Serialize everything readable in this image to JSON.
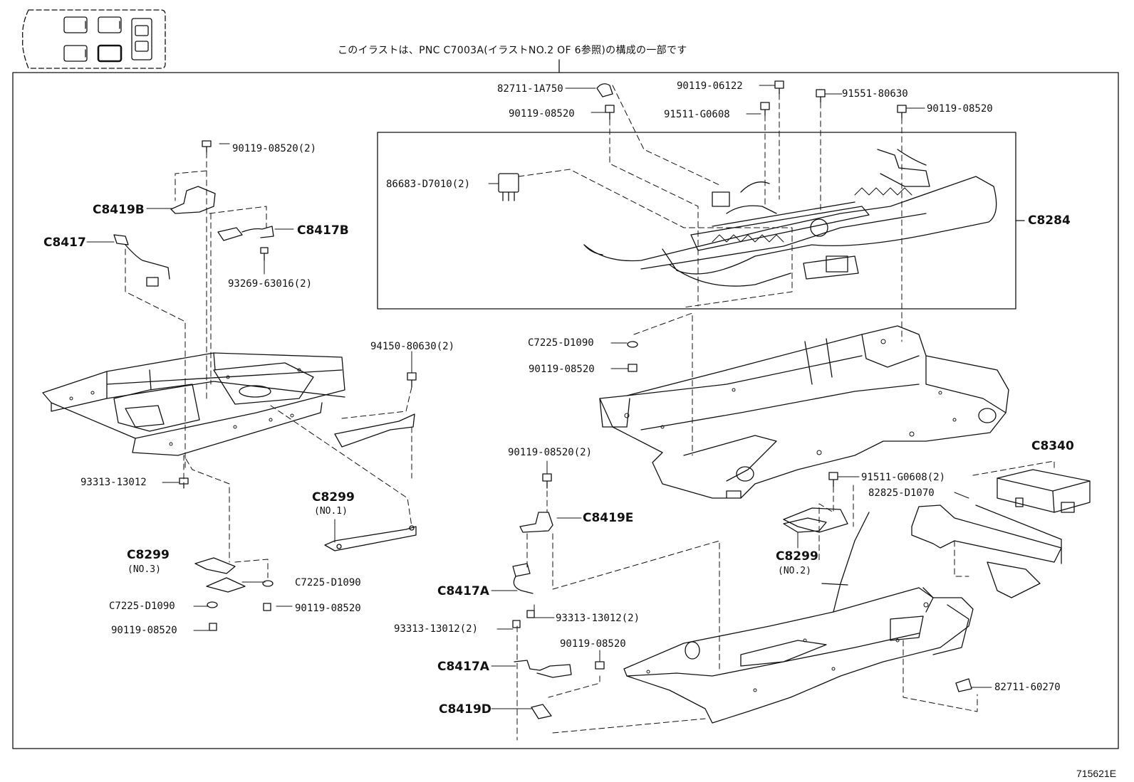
{
  "caption": "このイラストは、PNC C7003A(イラストNO.2 OF 6参照)の構成の一部です",
  "reference_number": "715621E",
  "labels": {
    "p82711_1A750": "82711-1A750",
    "p90119_06122": "90119-06122",
    "p91551_80630": "91551-80630",
    "p90119_08520_top_mid": "90119-08520",
    "p91511_G0608_top": "91511-G0608",
    "p90119_08520_top_right": "90119-08520",
    "p90119_08520_2_left": "90119-08520(2)",
    "p86683_D7010_2": "86683-D7010(2)",
    "c8284": "C8284",
    "c8419b": "C8419B",
    "c8417b": "C8417B",
    "c8417": "C8417",
    "p93269_63016_2": "93269-63016(2)",
    "p94150_80630_2": "94150-80630(2)",
    "c7225_D1090_mid": "C7225-D1090",
    "p90119_08520_mid": "90119-08520",
    "c8340": "C8340",
    "p90119_08520_2_center": "90119-08520(2)",
    "p91511_G0608_2": "91511-G0608(2)",
    "p82825_D1070": "82825-D1070",
    "p93313_13012_left": "93313-13012",
    "c8299_no1": "C8299",
    "c8299_no1_sub": "(NO.1)",
    "c8419e": "C8419E",
    "c8299_no3": "C8299",
    "c8299_no3_sub": "(NO.3)",
    "c8299_no2": "C8299",
    "c8299_no2_sub": "(NO.2)",
    "c7225_D1090_right_small": "C7225-D1090",
    "c7225_D1090_left_small": "C7225-D1090",
    "p90119_08520_bracket": "90119-08520",
    "p90119_08520_lower_left": "90119-08520",
    "c8417a_upper": "C8417A",
    "p93313_13012_2_right": "93313-13012(2)",
    "p93313_13012_2_left": "93313-13012(2)",
    "p90119_08520_lower_center": "90119-08520",
    "c8417a_lower": "C8417A",
    "c8419d": "C8419D",
    "p82711_60270": "82711-60270"
  }
}
